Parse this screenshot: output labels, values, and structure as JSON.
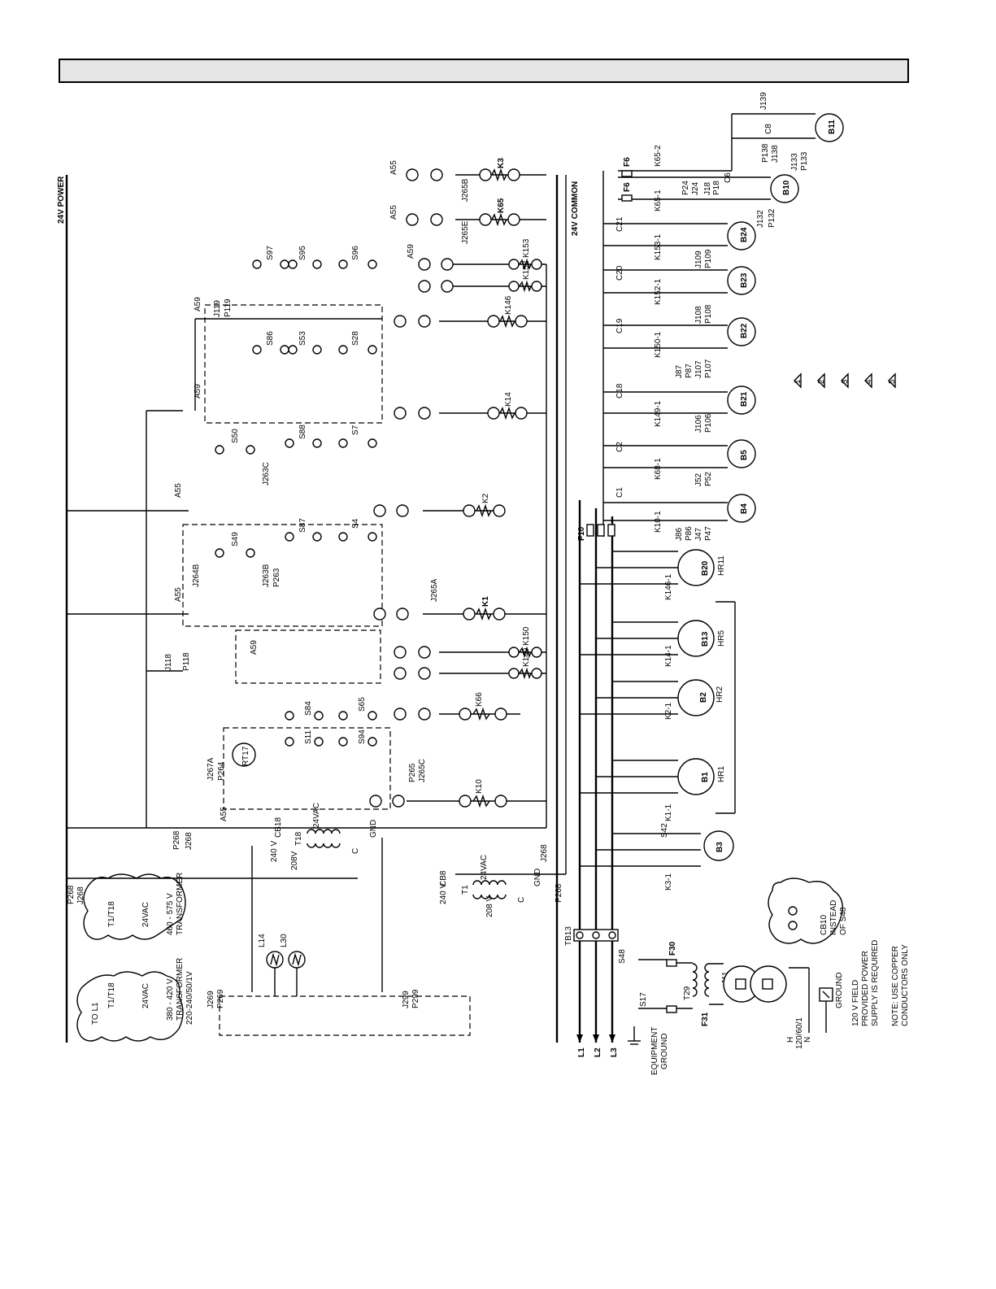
{
  "header": {
    "title": ""
  },
  "rails": {
    "power": "24V POWER",
    "common": "24V COMMON"
  },
  "panels": [
    {
      "id": "a55-left",
      "label": "A55"
    },
    {
      "id": "a59-mid",
      "label": "A59"
    },
    {
      "id": "a55-k1",
      "label": "A55"
    },
    {
      "id": "a55-k2",
      "label": "A55"
    },
    {
      "id": "a59-k14",
      "label": "A59"
    },
    {
      "id": "a59-k146",
      "label": "A59"
    },
    {
      "id": "a59-k152",
      "label": "A59"
    },
    {
      "id": "a55-k65",
      "label": "A55"
    },
    {
      "id": "a55-k3",
      "label": "A55"
    }
  ],
  "relays": [
    "K10",
    "K66",
    "K149",
    "K150",
    "K1",
    "K2",
    "K14",
    "K146",
    "K152",
    "K153",
    "K65",
    "K3"
  ],
  "switches": [
    "S11",
    "S84",
    "S94",
    "S65",
    "S49",
    "S87",
    "S4",
    "S50",
    "S88",
    "S7",
    "S86",
    "S53",
    "S28",
    "S97",
    "S95",
    "S96",
    "S42",
    "S48",
    "S17"
  ],
  "connectors": [
    "J268",
    "P268",
    "J267A",
    "P264",
    "J265C",
    "P265",
    "J118",
    "P118",
    "J119",
    "P119",
    "J264B",
    "J263B",
    "P263",
    "J265A",
    "J263C",
    "J265E",
    "J265B",
    "J269",
    "P269",
    "J299",
    "P299",
    "J86",
    "P86",
    "J47",
    "P47",
    "J52",
    "P52",
    "J106",
    "P106",
    "J87",
    "P87",
    "J107",
    "P107",
    "J108",
    "P108",
    "J109",
    "P109",
    "J18",
    "P18",
    "J24",
    "P24",
    "J132",
    "P132",
    "J133",
    "P133",
    "J138",
    "P138",
    "J139",
    "J11",
    "TB13"
  ],
  "motors": [
    {
      "name": "B3",
      "contactor": "K3-1"
    },
    {
      "name": "B1",
      "contactor": "K1-1",
      "resistor": "HR1"
    },
    {
      "name": "B2",
      "contactor": "K2-1",
      "resistor": "HR2"
    },
    {
      "name": "B13",
      "contactor": "K14-1",
      "resistor": "HR5"
    },
    {
      "name": "B20",
      "contactor": "K146-1",
      "resistor": "HR11"
    }
  ],
  "fans": [
    {
      "name": "B4",
      "relay": "K10-1",
      "cap": "C1"
    },
    {
      "name": "B5",
      "relay": "K68-1",
      "cap": "C2"
    },
    {
      "name": "B21",
      "relay": "K149-1",
      "cap": "C18"
    },
    {
      "name": "B22",
      "relay": "K150-1",
      "cap": "C19"
    },
    {
      "name": "B23",
      "relay": "K152-1",
      "cap": "C20"
    },
    {
      "name": "B24",
      "relay": "K153-1",
      "cap": "C21"
    },
    {
      "name": "B10",
      "relay": "K65-1",
      "cap": "C6"
    },
    {
      "name": "B11",
      "relay": "K65-2",
      "cap": "C8"
    }
  ],
  "transformers": {
    "t1": {
      "name": "T1",
      "secondary": "24VAC",
      "tap_high": "240 V",
      "tap_low": "208 V",
      "common": "C",
      "ground": "GND",
      "breaker": "CB8"
    },
    "t18": {
      "name": "T18",
      "secondary": "24VAC",
      "tap_high": "240 V",
      "tap_low": "208V",
      "common": "C",
      "ground": "GND",
      "breaker": "CB18"
    },
    "t29": {
      "name": "T29"
    }
  },
  "fuses": [
    "F6",
    "F6",
    "F10",
    "F30",
    "F31"
  ],
  "lamps": [
    "L14",
    "L30"
  ],
  "thermistor": "RT17",
  "callouts": {
    "transformer_460": {
      "symbol": "T1/T18",
      "voltage": "24VAC",
      "line1": "460 - 575 V",
      "line2": "TRANSFORMER"
    },
    "transformer_380": {
      "symbol": "T1/T18",
      "voltage": "24VAC",
      "to": "TO L1",
      "line1": "380 - 420 V",
      "line2": "TRANSFORMER",
      "line3": "220-240/50/1V"
    },
    "cb10": {
      "line1": "CB10",
      "line2": "INSTEAD",
      "line3": "OF S48"
    }
  },
  "power_labels": [
    "L1",
    "L2",
    "L3"
  ],
  "equipment_ground": {
    "line1": "EQUIPMENT",
    "line2": "GROUND"
  },
  "service": {
    "hot": "H",
    "neutral": "N",
    "rating": "120/60/1",
    "ground": "GROUND"
  },
  "notes": {
    "field": [
      "120 V FIELD",
      "PROVIDED POWER",
      "SUPPLY IS REQUIRED"
    ],
    "copper": [
      "NOTE: USE COPPER",
      "CONDUCTORS ONLY"
    ]
  },
  "legend_markers": [
    "1",
    "2",
    "3",
    "4",
    "5"
  ]
}
